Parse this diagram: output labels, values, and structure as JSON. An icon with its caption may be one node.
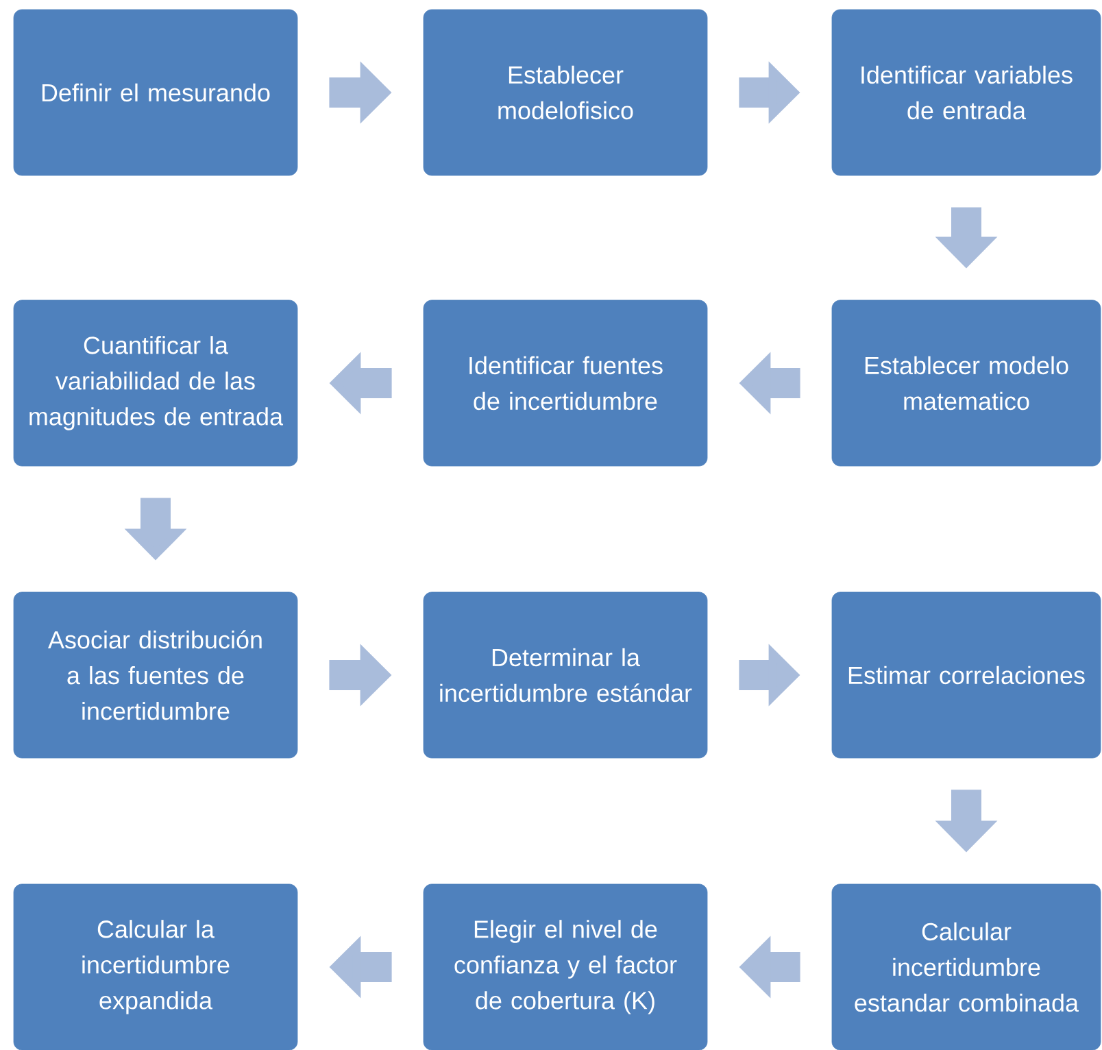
{
  "diagram": {
    "nodes": [
      {
        "text": [
          "Definir el mesurando"
        ]
      },
      {
        "text": [
          "Establecer modelofisico"
        ]
      },
      {
        "text": [
          "Identificar variables de entrada"
        ]
      },
      {
        "text": [
          "Cuantificar la variabilidad de las magnitudes de entrada"
        ]
      },
      {
        "text": [
          "Identificar fuentes de incertidumbre"
        ]
      },
      {
        "text": [
          "Establecer modelo matematico"
        ]
      },
      {
        "text": [
          "Asociar distribución a las fuentes de incertidumbre"
        ]
      },
      {
        "text": [
          "Determinar la incertidumbre estándar"
        ]
      },
      {
        "text": [
          "Estimar correlaciones"
        ]
      },
      {
        "text": [
          "Calcular la incertidumbre expandida"
        ]
      },
      {
        "text": [
          "Elegir el nivel de confianza y el factor de cobertura (K)"
        ]
      },
      {
        "text": [
          "Calcular incertidumbre estandar combinada"
        ]
      }
    ],
    "edges": [
      {
        "from": 0,
        "to": 1,
        "arrow": "to"
      },
      {
        "from": 1,
        "to": 2,
        "arrow": "to"
      },
      {
        "from": 2,
        "to": 5,
        "arrow": "to"
      },
      {
        "from": 5,
        "to": 4,
        "arrow": "to"
      },
      {
        "from": 4,
        "to": 3,
        "arrow": "to"
      },
      {
        "from": 3,
        "to": 6,
        "arrow": "to"
      },
      {
        "from": 6,
        "to": 7,
        "arrow": "to"
      },
      {
        "from": 7,
        "to": 8,
        "arrow": "to"
      },
      {
        "from": 8,
        "to": 11,
        "arrow": "to"
      },
      {
        "from": 11,
        "to": 10,
        "arrow": "to"
      },
      {
        "from": 10,
        "to": 9,
        "arrow": "to"
      }
    ]
  }
}
